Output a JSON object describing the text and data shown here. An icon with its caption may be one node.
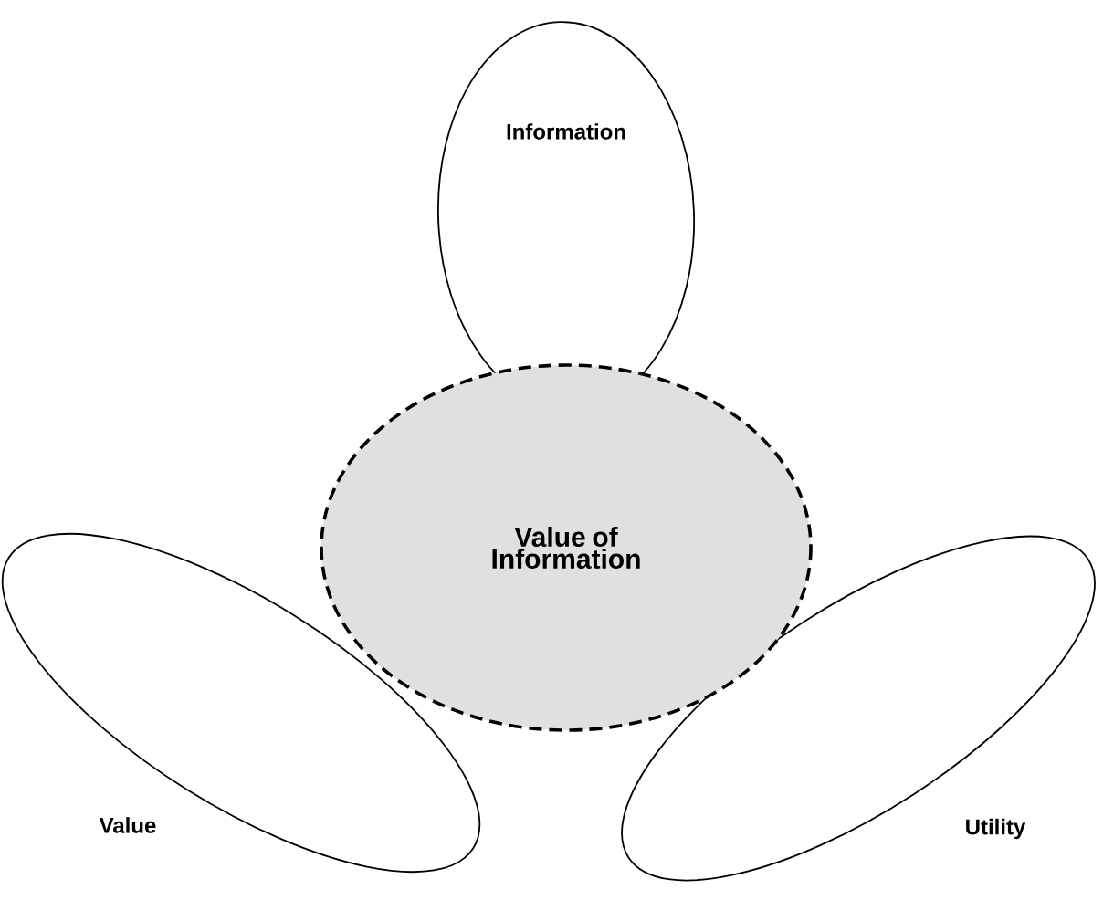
{
  "diagram": {
    "nodes": [
      {
        "text": [
          "Value of Information"
        ]
      },
      {
        "text": [
          "Information"
        ]
      },
      {
        "text": [
          "Value"
        ]
      },
      {
        "text": [
          "Utility"
        ]
      }
    ]
  }
}
